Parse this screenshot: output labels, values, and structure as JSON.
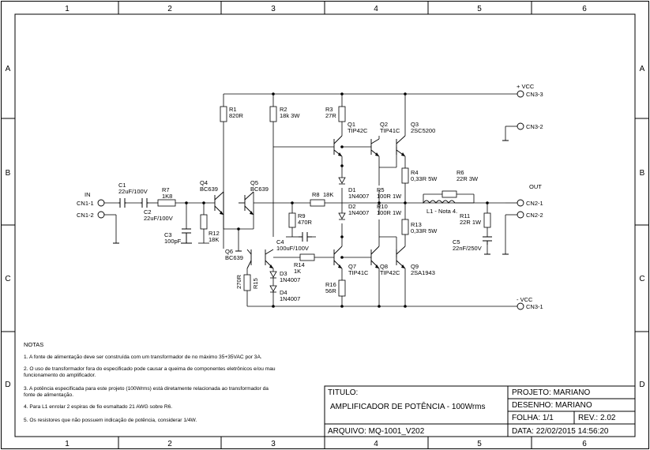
{
  "frame": {
    "columns": [
      "1",
      "2",
      "3",
      "4",
      "5",
      "6"
    ],
    "rows": [
      "A",
      "B",
      "C",
      "D"
    ]
  },
  "connectors": {
    "vcc_pos_label": "+ VCC",
    "cn3_3": "CN3-3",
    "cn3_2": "CN3-2",
    "in_label": "IN",
    "cn1_1": "CN1-1",
    "cn1_2": "CN1-2",
    "out_label": "OUT",
    "cn2_1": "CN2-1",
    "cn2_2": "CN2-2",
    "vcc_neg_label": "- VCC",
    "cn3_1": "CN3-1"
  },
  "components": {
    "r1": {
      "ref": "R1",
      "value": "820R"
    },
    "r2": {
      "ref": "R2",
      "value": "18k 3W"
    },
    "r3": {
      "ref": "R3",
      "value": "27R"
    },
    "q1": {
      "ref": "Q1",
      "value": "TIP42C"
    },
    "q2": {
      "ref": "Q2",
      "value": "TIP41C"
    },
    "q3": {
      "ref": "Q3",
      "value": "2SC5200"
    },
    "c1": {
      "ref": "C1",
      "value": "22uF/100V"
    },
    "c2": {
      "ref": "C2",
      "value": "22uF/100V"
    },
    "r7": {
      "ref": "R7",
      "value": "1K8"
    },
    "c3": {
      "ref": "C3",
      "value": "100pF"
    },
    "q4": {
      "ref": "Q4",
      "value": "BC639"
    },
    "r12": {
      "ref": "R12",
      "value": "18K"
    },
    "q5": {
      "ref": "Q5",
      "value": "BC639"
    },
    "r8": {
      "ref": "R8",
      "value": "18K"
    },
    "r9": {
      "ref": "R9",
      "value": "470R"
    },
    "c4": {
      "ref": "C4",
      "value": "100uF/100V"
    },
    "d1": {
      "ref": "D1",
      "value": "1N4007"
    },
    "d2": {
      "ref": "D2",
      "value": "1N4007"
    },
    "r4": {
      "ref": "R4",
      "value": "0,33R 5W"
    },
    "r5": {
      "ref": "R5",
      "value": "100R 1W"
    },
    "r10": {
      "ref": "R10",
      "value": "100R 1W"
    },
    "r6": {
      "ref": "R6",
      "value": "22R 3W"
    },
    "l1": {
      "ref": "L1 - Nota 4."
    },
    "r11": {
      "ref": "R11",
      "value": "22R 1W"
    },
    "r13": {
      "ref": "R13",
      "value": "0,33R 5W"
    },
    "c5": {
      "ref": "C5",
      "value": "22nF/250V"
    },
    "q6": {
      "ref": "Q6",
      "value": "BC639"
    },
    "r14": {
      "ref": "R14",
      "value": "1K"
    },
    "d3": {
      "ref": "D3",
      "value": "1N4007"
    },
    "d4": {
      "ref": "D4",
      "value": "1N4007"
    },
    "r15": {
      "ref": "R15",
      "value": "270R"
    },
    "r16": {
      "ref": "R16",
      "value": "56R"
    },
    "q7": {
      "ref": "Q7",
      "value": "TIP41C"
    },
    "q8": {
      "ref": "Q8",
      "value": "TIP42C"
    },
    "q9": {
      "ref": "Q9",
      "value": "2SA1943"
    }
  },
  "notes": {
    "title": "NOTAS",
    "lines": [
      "1. A fonte de alimentação deve ser construída com um transformador de no máximo 35+35VAC por 3A.",
      "2. O uso de transformador fora do especificado pode causar a queima de componentes eletrônicos e/ou mau",
      "funcionamento do amplificador.",
      "3. A potência especificada para este projeto (100Wrms) está diretamente relacionada ao transformador da",
      "fonte de alimentação.",
      "4. Para L1 enrolar 2 espiras de fio esmaltado 21 AWG sobre R6.",
      "5. Os resistores que não possuem indicação de potência, considerar 1/4W."
    ]
  },
  "title_block": {
    "titulo_label": "TITULO:",
    "titulo_value": "AMPLIFICADOR DE POTÊNCIA - 100Wrms",
    "projeto": "PROJETO:  MARIANO",
    "desenho": "DESENHO:  MARIANO",
    "folha": "FOLHA: 1/1",
    "rev": "REV.:  2.02",
    "arquivo": "ARQUIVO:  MQ-1001_V202",
    "data": "DATA:  22/02/2015 14:56:20"
  }
}
